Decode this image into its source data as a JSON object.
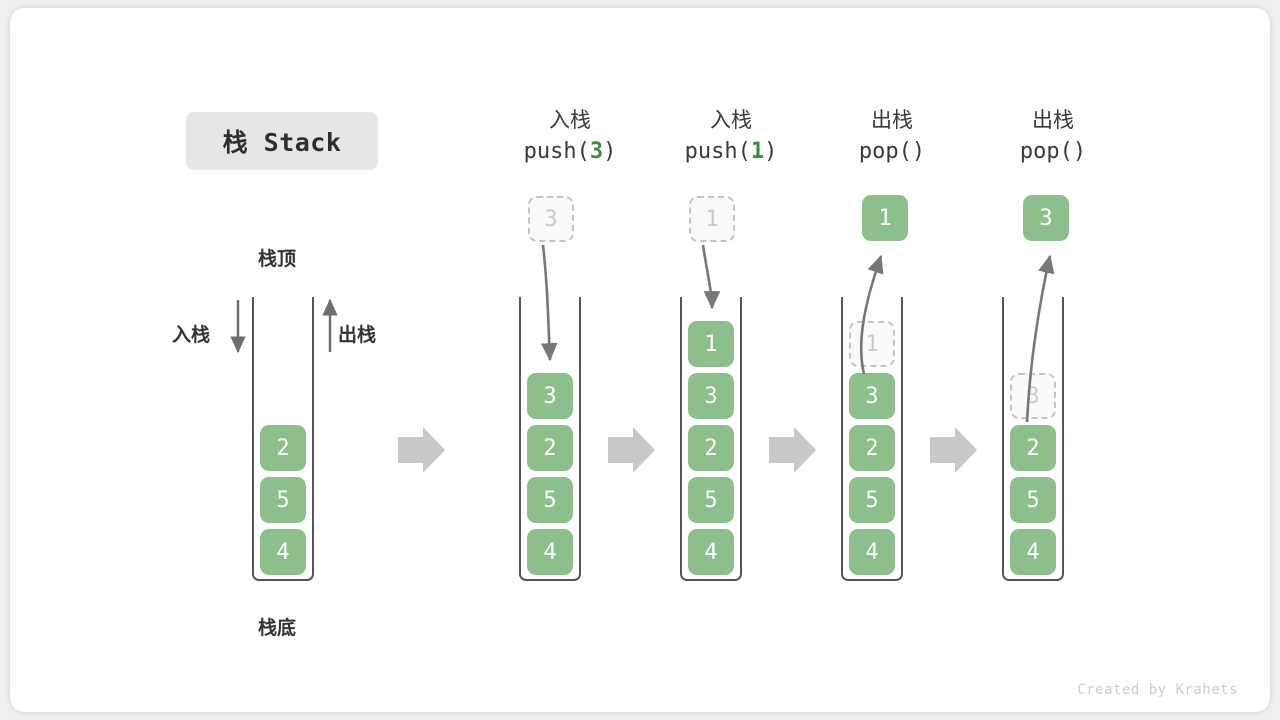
{
  "title_badge": {
    "text": "栈 Stack"
  },
  "legend": {
    "top_label": "栈顶",
    "bottom_label": "栈底",
    "push_label": "入栈",
    "pop_label": "出栈"
  },
  "initial_stack": {
    "cells": [
      "2",
      "5",
      "4"
    ]
  },
  "columns": [
    {
      "head_cn": "入栈",
      "head_code_prefix": "push(",
      "head_code_arg": "3",
      "head_code_suffix": ")",
      "operation": "push",
      "floating_cell": {
        "value": "3",
        "style": "ghost"
      },
      "cells": [
        {
          "value": "3",
          "style": "filled"
        },
        {
          "value": "2",
          "style": "filled"
        },
        {
          "value": "5",
          "style": "filled"
        },
        {
          "value": "4",
          "style": "filled"
        }
      ]
    },
    {
      "head_cn": "入栈",
      "head_code_prefix": "push(",
      "head_code_arg": "1",
      "head_code_suffix": ")",
      "operation": "push",
      "floating_cell": {
        "value": "1",
        "style": "ghost"
      },
      "cells": [
        {
          "value": "1",
          "style": "filled"
        },
        {
          "value": "3",
          "style": "filled"
        },
        {
          "value": "2",
          "style": "filled"
        },
        {
          "value": "5",
          "style": "filled"
        },
        {
          "value": "4",
          "style": "filled"
        }
      ]
    },
    {
      "head_cn": "出栈",
      "head_code_prefix": "pop(",
      "head_code_arg": "",
      "head_code_suffix": ")",
      "operation": "pop",
      "floating_cell": {
        "value": "1",
        "style": "filled"
      },
      "cells": [
        {
          "value": "1",
          "style": "ghost"
        },
        {
          "value": "3",
          "style": "filled"
        },
        {
          "value": "2",
          "style": "filled"
        },
        {
          "value": "5",
          "style": "filled"
        },
        {
          "value": "4",
          "style": "filled"
        }
      ]
    },
    {
      "head_cn": "出栈",
      "head_code_prefix": "pop(",
      "head_code_arg": "",
      "head_code_suffix": ")",
      "operation": "pop",
      "floating_cell": {
        "value": "3",
        "style": "filled"
      },
      "cells": [
        {
          "value": "3",
          "style": "ghost"
        },
        {
          "value": "2",
          "style": "filled"
        },
        {
          "value": "5",
          "style": "filled"
        },
        {
          "value": "4",
          "style": "filled"
        }
      ]
    }
  ],
  "footer": {
    "text": "Created by Krahets"
  },
  "colors": {
    "cell_green": "#8cbf8c",
    "ghost_border": "#c4c4c4",
    "arrow_gray": "#777777",
    "block_arrow_gray": "#c8c8c8",
    "badge_bg": "#e6e6e6"
  }
}
